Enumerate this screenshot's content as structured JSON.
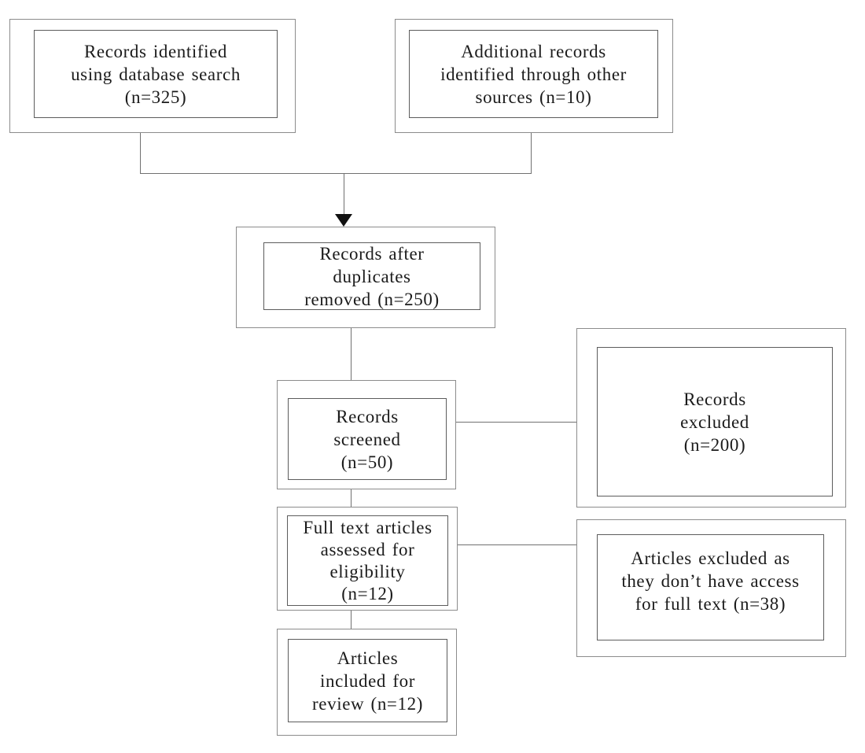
{
  "colors": {
    "background": "#ffffff",
    "text": "#1b1b1b",
    "box_border_outer": "#8c8c8c",
    "box_border_inner": "#5c5c5c",
    "connector": "#707070",
    "arrowhead": "#111111"
  },
  "boxes": {
    "records_identified": {
      "label": "Records identified\nusing database search\n(n=325)"
    },
    "additional_records": {
      "label": "Additional records\nidentified through other\nsources (n=10)"
    },
    "duplicates_removed": {
      "label": "Records after\nduplicates\nremoved (n=250)"
    },
    "records_screened": {
      "label": "Records\nscreened\n(n=50)"
    },
    "records_excluded": {
      "label": "Records\nexcluded\n(n=200)"
    },
    "fulltext_assessed": {
      "label": "Full text articles\nassessed for\neligibility\n(n=12)"
    },
    "articles_excluded": {
      "label": "Articles excluded as\nthey don’t have access\nfor full text (n=38)"
    },
    "articles_included": {
      "label": "Articles\nincluded for\nreview (n=12)"
    }
  }
}
